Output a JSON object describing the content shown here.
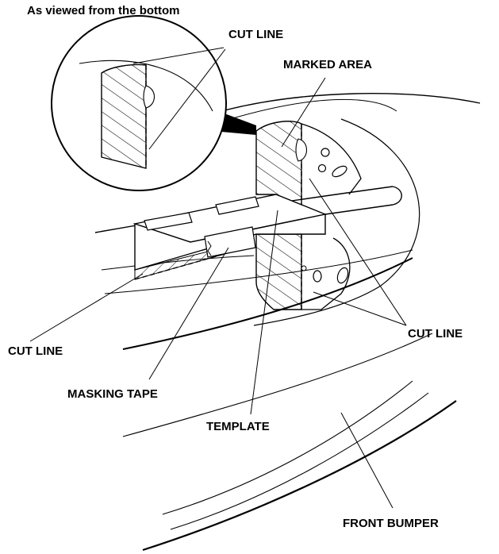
{
  "labels": {
    "view_note": "As viewed from the bottom",
    "cut_line_top": "CUT LINE",
    "marked_area": "MARKED AREA",
    "cut_line_left": "CUT LINE",
    "cut_line_right": "CUT LINE",
    "masking_tape": "MASKING TAPE",
    "template": "TEMPLATE",
    "front_bumper": "FRONT BUMPER"
  }
}
